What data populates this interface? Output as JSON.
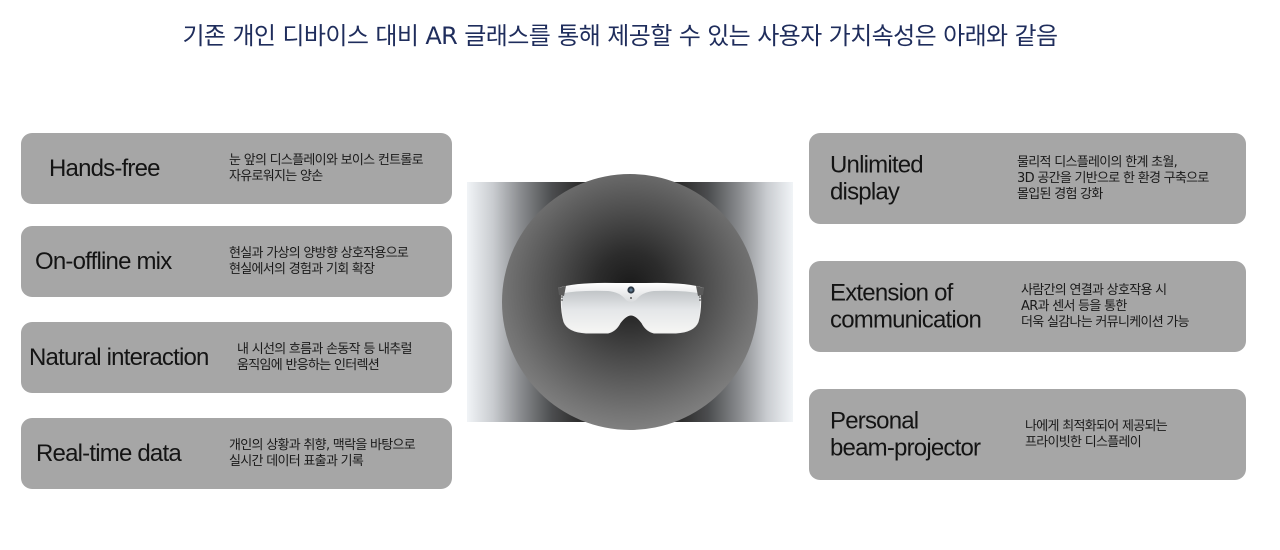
{
  "title": "기존 개인 디바이스 대비 AR 글래스를 통해 제공할 수 있는 사용자 가치속성은 아래와 같음",
  "colors": {
    "title": "#1f2d5c",
    "card_background": "#a6a6a6",
    "card_text": "#141414"
  },
  "left_cards": [
    {
      "name": "Hands-free",
      "desc": [
        "눈 앞의 디스플레이와 보이스 컨트롤로",
        "자유로워지는 양손"
      ]
    },
    {
      "name": "On-offline mix",
      "desc": [
        "현실과 가상의 양방향 상호작용으로",
        "현실에서의 경험과 기회 확장"
      ]
    },
    {
      "name": "Natural interaction",
      "desc": [
        "내 시선의 흐름과 손동작 등 내추럴",
        "움직임에 반응하는 인터렉션"
      ]
    },
    {
      "name": "Real-time data",
      "desc": [
        "개인의 상황과 취향, 맥락을 바탕으로",
        "실시간 데이터 표출과 기록"
      ]
    }
  ],
  "right_cards": [
    {
      "name": [
        "Unlimited",
        "display"
      ],
      "desc": [
        "물리적 디스플레이의 한계 초월,",
        "3D 공간을 기반으로 한 환경 구축으로",
        "몰입된 경험 강화"
      ]
    },
    {
      "name": [
        "Extension of",
        "communication"
      ],
      "desc": [
        "사람간의 연결과 상호작용 시",
        "AR과 센서 등을 통한",
        "더욱 실감나는 커뮤니케이션 가능"
      ]
    },
    {
      "name": [
        "Personal",
        "beam-projector"
      ],
      "desc": [
        "나에게 최적화되어 제공되는",
        "프라이빗한 디스플레이"
      ]
    }
  ],
  "center_image": {
    "subject": "ar-glasses-icon"
  }
}
